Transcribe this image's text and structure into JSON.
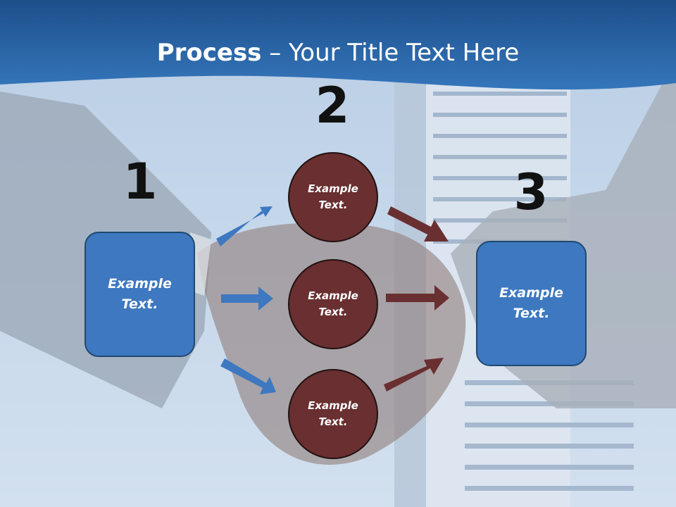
{
  "title": {
    "bold": "Process",
    "rest": " – Your Title Text Here"
  },
  "steps": {
    "one": "1",
    "two": "2",
    "three": "3"
  },
  "left_box": {
    "text": "Example Text."
  },
  "circles": [
    {
      "text": "Example Text."
    },
    {
      "text": "Example Text."
    },
    {
      "text": "Example Text."
    }
  ],
  "right_box": {
    "text": "Example Text."
  },
  "colors": {
    "header": "#2f67a6",
    "box": "#3d78c0",
    "circle": "#6a2f30",
    "arrow_blue": "#3d78c0",
    "arrow_red": "#6a2f30"
  }
}
